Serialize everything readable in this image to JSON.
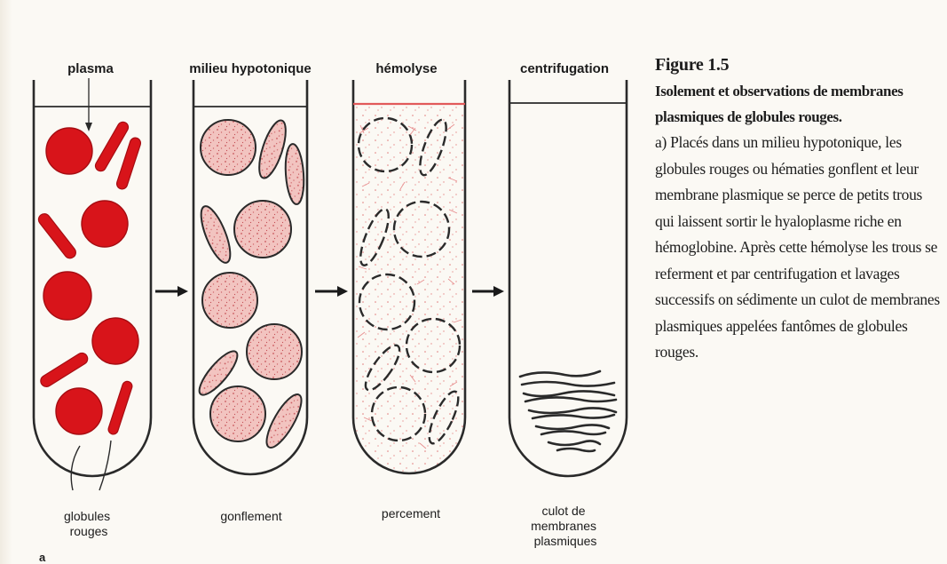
{
  "tubes": [
    {
      "top_label": "plasma",
      "bottom_label": "globules\nrouges"
    },
    {
      "top_label": "milieu hypotonique",
      "bottom_label": "gonflement"
    },
    {
      "top_label": "hémolyse",
      "bottom_label": "percement"
    },
    {
      "top_label": "centrifugation",
      "bottom_label": "culot de\nmembranes\nplasmiques"
    }
  ],
  "panel_letter": "a",
  "caption": {
    "figure_title": "Figure 1.5",
    "heading": "Isolement et observations de membranes plasmiques de globules rouges.",
    "body": "a) Placés dans un milieu hypotonique, les globules rouges ou hématies gonflent et leur membrane plasmique se perce de petits trous qui laissent sortir le hyaloplasme riche en hémoglobine. Après cette hémolyse les trous se referment et par centrifugation et lavages successifs on sédimente un culot de membranes plasmiques appelées fantômes de globules rouges."
  },
  "colors": {
    "red_cell": "#d8141a",
    "red_cell_dark": "#a60d12",
    "swollen_cell": "#f2c4c0",
    "outline": "#2a2a2a",
    "hemolysis_line": "#e25a5a"
  }
}
